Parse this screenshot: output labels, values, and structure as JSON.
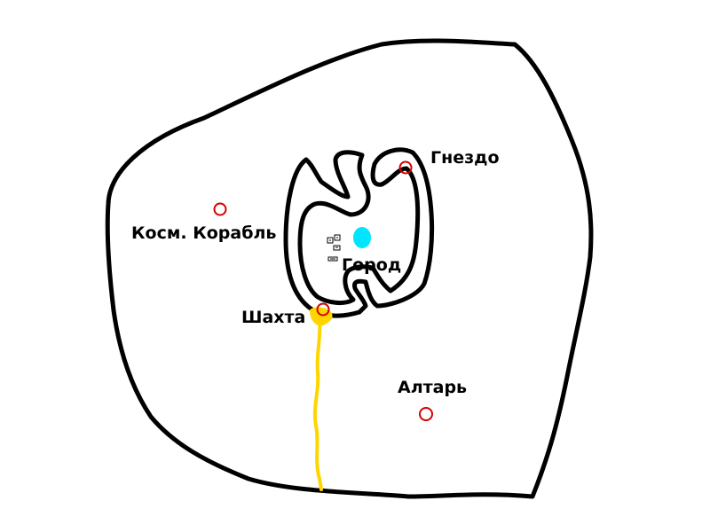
{
  "colors": {
    "background": "#ffffff",
    "outline": "#000000",
    "marker": "#d40000",
    "river": "#ffd500",
    "pool": "#00e5ff"
  },
  "locations": {
    "nest": {
      "label": "Гнездо",
      "icon": "circle-marker-icon"
    },
    "ship": {
      "label": "Косм. Корабль",
      "icon": "circle-marker-icon"
    },
    "city": {
      "label": "Город",
      "icon": "building-cluster-icon"
    },
    "mine": {
      "label": "Шахта",
      "icon": "circle-marker-icon"
    },
    "altar": {
      "label": "Алтарь",
      "icon": "circle-marker-icon"
    }
  }
}
